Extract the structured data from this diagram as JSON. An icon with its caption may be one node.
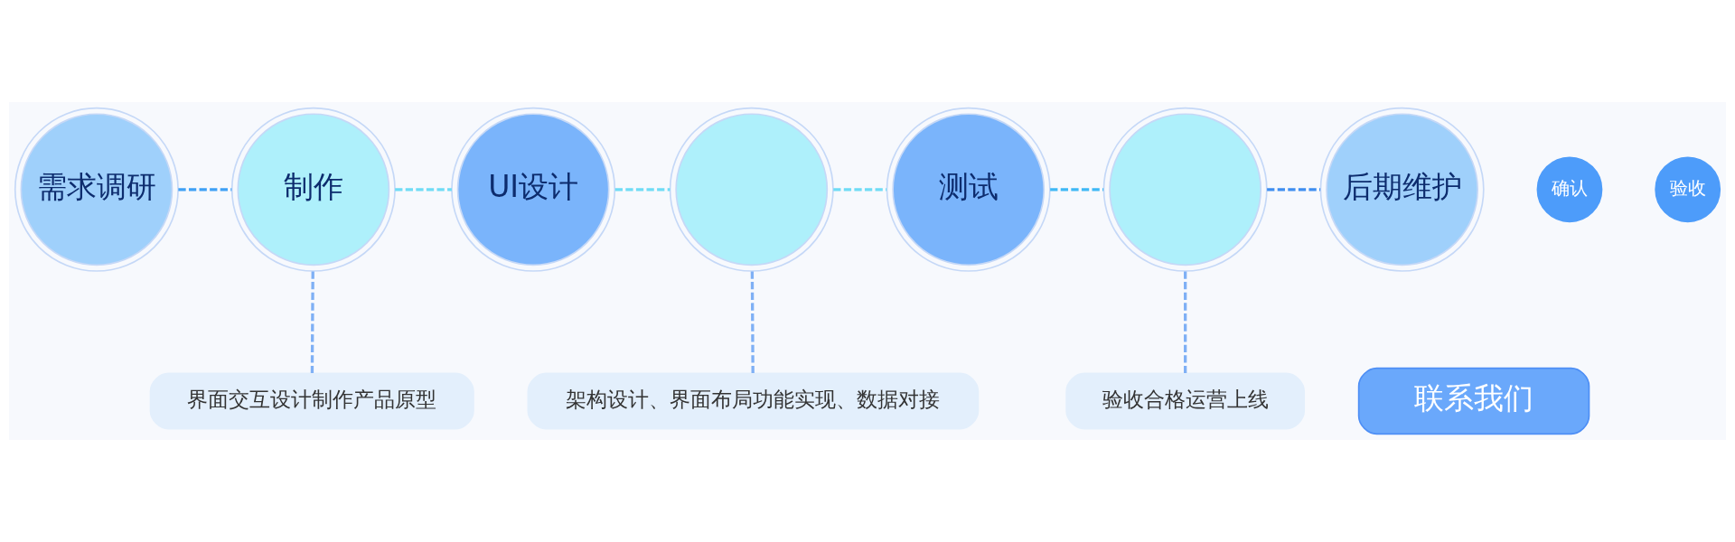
{
  "diagram": {
    "nodes": [
      {
        "text": [
          "需求调研"
        ]
      },
      {
        "text": [
          "制作"
        ]
      },
      {
        "text": [
          "UI设计"
        ]
      },
      {
        "text": [],
        "shape": "circle"
      },
      {
        "text": [
          "测试"
        ]
      },
      {
        "text": [],
        "shape": "circle"
      },
      {
        "text": [
          "后期维护"
        ]
      },
      {
        "text": [
          "确认"
        ]
      },
      {
        "text": [
          "验收"
        ]
      },
      {
        "text": [
          "界面交互设计制作产品原型"
        ]
      },
      {
        "text": [
          "架构设计、界面布局功能实现、数据对接"
        ]
      },
      {
        "text": [
          "验收合格运营上线"
        ]
      },
      {
        "text": [
          "联系我们"
        ]
      }
    ],
    "edges": [
      {
        "from": 0,
        "to": 1,
        "arrow": "none",
        "style": "dashed",
        "color": "#3fa0f5"
      },
      {
        "from": 1,
        "to": 2,
        "arrow": "none",
        "style": "dashed",
        "color": "#6fdcf5"
      },
      {
        "from": 2,
        "to": 3,
        "arrow": "none",
        "style": "dashed",
        "color": "#6fdcf5"
      },
      {
        "from": 3,
        "to": 4,
        "arrow": "none",
        "style": "dashed",
        "color": "#6fdcf5"
      },
      {
        "from": 4,
        "to": 5,
        "arrow": "none",
        "style": "dashed",
        "color": "#3fb8f5"
      },
      {
        "from": 5,
        "to": 6,
        "arrow": "none",
        "style": "dashed",
        "color": "#3f8ef0"
      },
      {
        "from": 9,
        "to": 1,
        "arrow": "none",
        "style": "dashed",
        "color": "#7fb0f5"
      },
      {
        "from": 10,
        "to": 3,
        "arrow": "none",
        "style": "dashed",
        "color": "#7fb0f5"
      },
      {
        "from": 11,
        "to": 5,
        "arrow": "none",
        "style": "dashed",
        "color": "#7fb0f5"
      }
    ]
  }
}
